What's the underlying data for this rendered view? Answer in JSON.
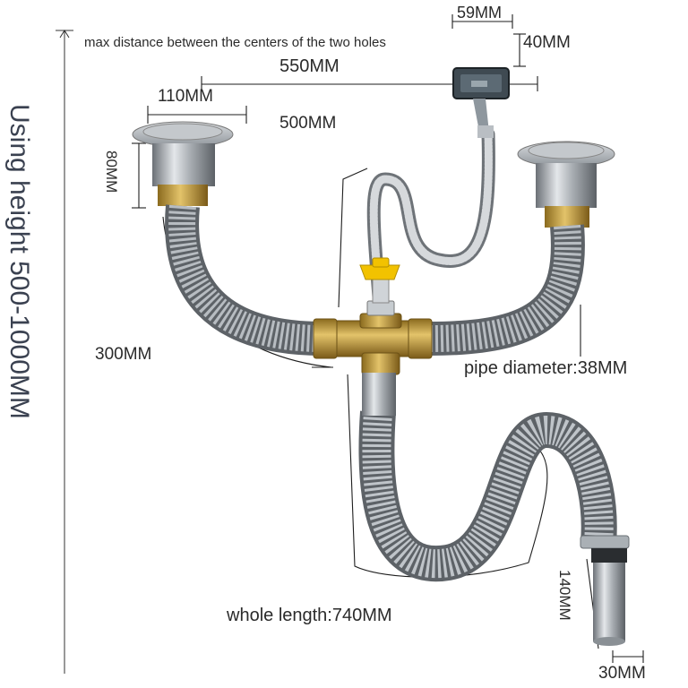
{
  "side_label": "Using height 500-1000MM",
  "dimensions": {
    "hole_distance_note": "max distance between the centers of the two holes",
    "overflow_width": "59MM",
    "overflow_height": "40MM",
    "span_550": "550MM",
    "strainer_width": "110MM",
    "hose_500": "500MM",
    "strainer_height": "80MM",
    "branch_300": "300MM",
    "pipe_diameter": "pipe diameter:38MM",
    "whole_length": "whole length:740MM",
    "tail_140": "140MM",
    "tail_30": "30MM"
  },
  "colors": {
    "text": "#2a2a2a",
    "side_text": "#3a4150",
    "steel": "#9ea3a8",
    "brass": "#c9a13b",
    "valve": "#f2c200"
  }
}
